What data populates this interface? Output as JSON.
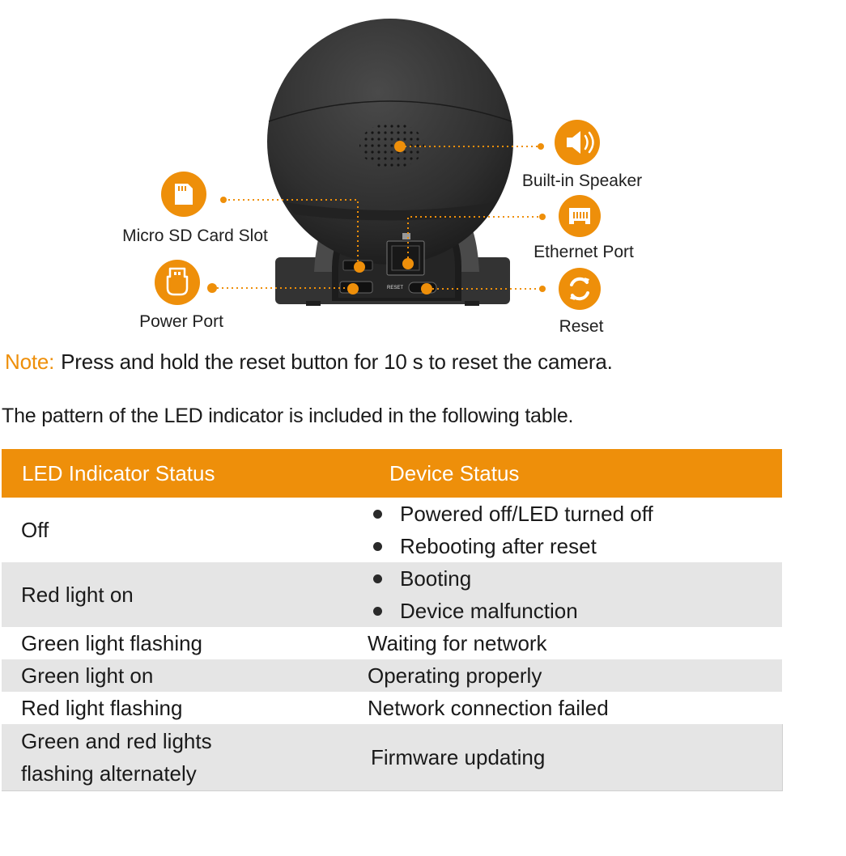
{
  "colors": {
    "accent": "#ee8f0a",
    "camera_body": "#2e2e2e",
    "row_alt": "#e5e5e5"
  },
  "diagram": {
    "callouts": [
      {
        "id": "speaker",
        "label": "Built-in Speaker",
        "icon": "speaker-icon"
      },
      {
        "id": "sd",
        "label": "Micro SD Card Slot",
        "icon": "sd-card-icon"
      },
      {
        "id": "ethernet",
        "label": "Ethernet Port",
        "icon": "ethernet-icon"
      },
      {
        "id": "power",
        "label": "Power Port",
        "icon": "usb-plug-icon"
      },
      {
        "id": "reset",
        "label": "Reset",
        "icon": "reset-icon"
      }
    ],
    "reset_text": "RESET"
  },
  "note": {
    "label": "Note:",
    "text": "Press and hold the reset button for 10 s to reset the camera."
  },
  "intro": "The pattern of the LED indicator is included in the following table.",
  "table": {
    "headers": [
      "LED Indicator Status",
      "Device Status"
    ],
    "rows": [
      {
        "status": "Off",
        "device": [
          "Powered off/LED turned off",
          "Rebooting after reset"
        ],
        "bulleted": true
      },
      {
        "status": "Red light on",
        "device": [
          "Booting",
          "Device malfunction"
        ],
        "bulleted": true
      },
      {
        "status": "Green light flashing",
        "device": [
          "Waiting for network"
        ],
        "bulleted": false
      },
      {
        "status": "Green light on",
        "device": [
          "Operating properly"
        ],
        "bulleted": false
      },
      {
        "status": "Red light flashing",
        "device": [
          "Network connection failed"
        ],
        "bulleted": false
      },
      {
        "status": "Green and red lights flashing alternately",
        "device": [
          "Firmware updating"
        ],
        "bulleted": false
      }
    ]
  }
}
